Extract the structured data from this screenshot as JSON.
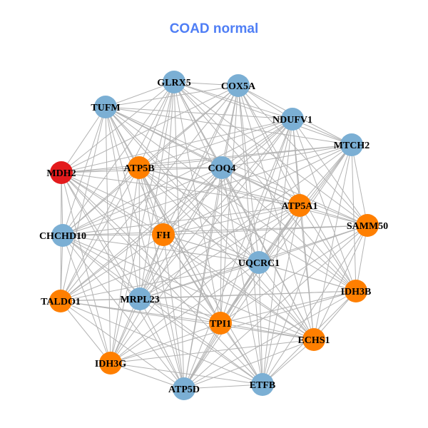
{
  "title": "COAD normal",
  "colors": {
    "blue": "#7bafd4",
    "orange": "#ff7f00",
    "red": "#e31a1c",
    "edge": "#b3b3b3",
    "title": "#4f7ef5"
  },
  "nodes": [
    {
      "label": "GLRX5",
      "color": "blue"
    },
    {
      "label": "COX5A",
      "color": "blue"
    },
    {
      "label": "TUFM",
      "color": "blue"
    },
    {
      "label": "NDUFV1",
      "color": "blue"
    },
    {
      "label": "MTCH2",
      "color": "blue"
    },
    {
      "label": "MDH2",
      "color": "red"
    },
    {
      "label": "ATP5B",
      "color": "orange"
    },
    {
      "label": "COQ4",
      "color": "blue"
    },
    {
      "label": "ATP5A1",
      "color": "orange"
    },
    {
      "label": "SAMM50",
      "color": "orange"
    },
    {
      "label": "CHCHD10",
      "color": "blue"
    },
    {
      "label": "FH",
      "color": "orange"
    },
    {
      "label": "UQCRC1",
      "color": "blue"
    },
    {
      "label": "IDH3B",
      "color": "orange"
    },
    {
      "label": "TALDO1",
      "color": "orange"
    },
    {
      "label": "MRPL23",
      "color": "blue"
    },
    {
      "label": "TPI1",
      "color": "orange"
    },
    {
      "label": "ECHS1",
      "color": "orange"
    },
    {
      "label": "IDH3G",
      "color": "orange"
    },
    {
      "label": "ATP5D",
      "color": "blue"
    },
    {
      "label": "ETFB",
      "color": "blue"
    }
  ],
  "missing_edges": [
    [
      5,
      9
    ],
    [
      5,
      13
    ],
    [
      2,
      20
    ],
    [
      10,
      13
    ],
    [
      14,
      4
    ],
    [
      18,
      4
    ],
    [
      18,
      9
    ],
    [
      0,
      20
    ],
    [
      1,
      18
    ],
    [
      14,
      9
    ]
  ]
}
